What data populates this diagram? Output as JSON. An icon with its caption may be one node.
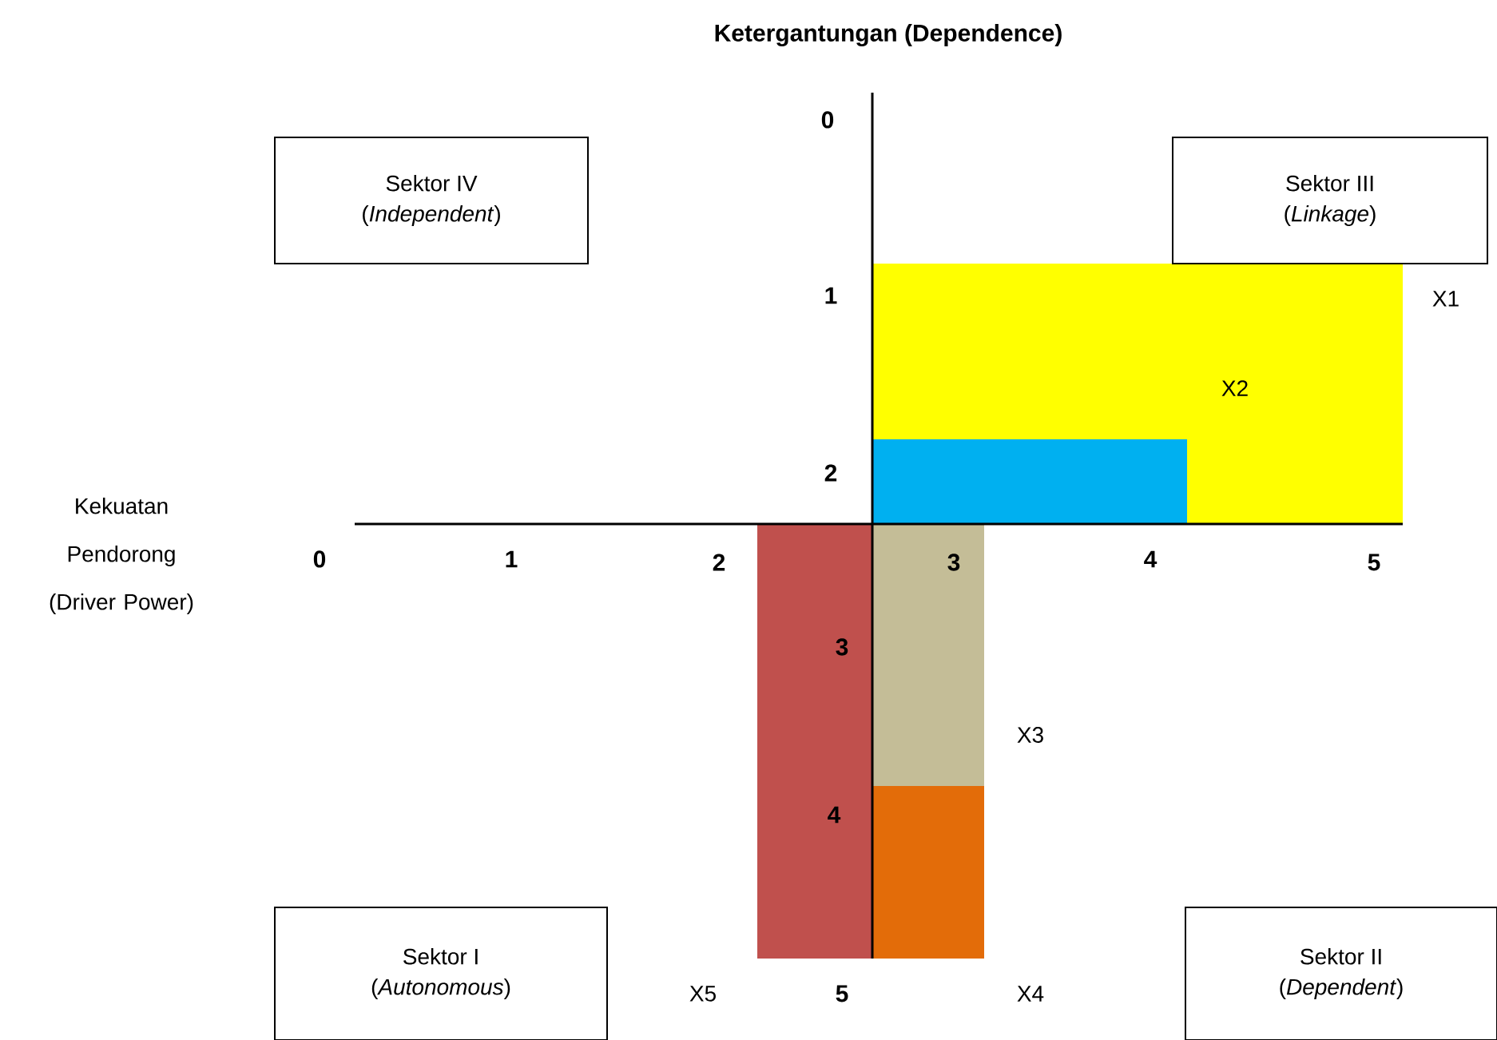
{
  "diagram": {
    "title": "Ketergantungan (Dependence)",
    "nodes": [
      {
        "text": [
          "Sektor IV",
          "(*Independent*)"
        ]
      },
      {
        "text": [
          "Sektor III",
          "(*Linkage*)"
        ]
      },
      {
        "text": [
          "Sektor I",
          "(*Autonomous*)"
        ]
      },
      {
        "text": [
          "Sektor II",
          "(*Dependent*)"
        ]
      }
    ],
    "labels": [
      "0",
      "1",
      "X1",
      "X2",
      "2",
      "Kekuatan Pendorong (Driver Power)",
      "0",
      "1",
      "2",
      "3",
      "4",
      "5",
      "3",
      "X3",
      "4",
      "X5",
      "5",
      "X4"
    ]
  }
}
